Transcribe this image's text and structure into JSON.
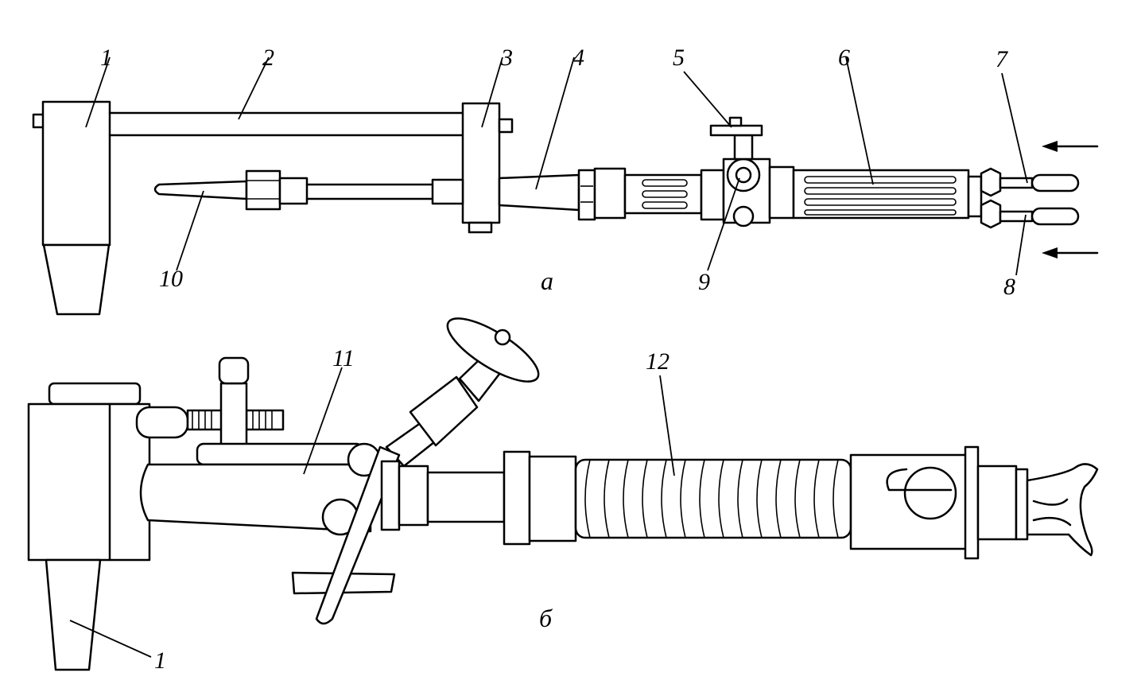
{
  "figure": {
    "part_a": {
      "sublabel": "а",
      "callouts": [
        "1",
        "2",
        "3",
        "4",
        "5",
        "6",
        "7",
        "8",
        "9",
        "10"
      ]
    },
    "part_b": {
      "sublabel": "б",
      "callouts": [
        "11",
        "12",
        "1"
      ]
    }
  }
}
